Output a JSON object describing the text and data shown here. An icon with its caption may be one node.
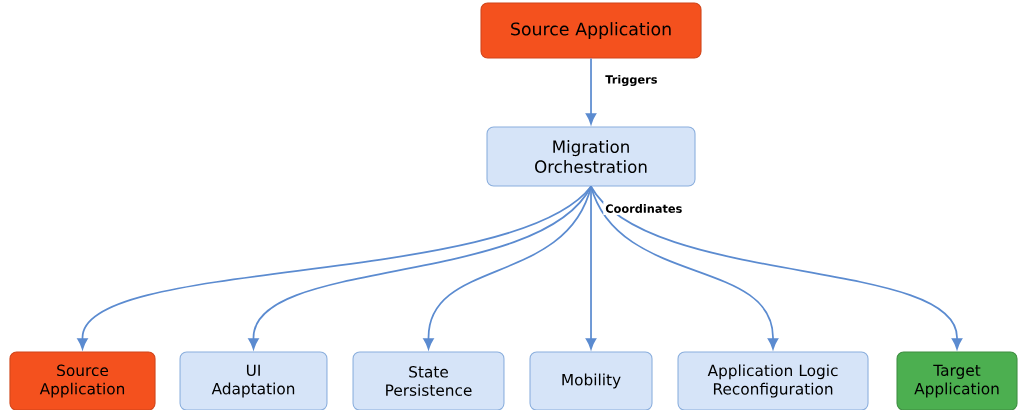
{
  "diagram": {
    "nodes": [
      {
        "text": [
          "Source Application"
        ]
      },
      {
        "text": [
          "Migration Orchestration"
        ]
      },
      {
        "text": [
          "Source Application"
        ]
      },
      {
        "text": [
          "UI Adaptation"
        ]
      },
      {
        "text": [
          "State Persistence"
        ]
      },
      {
        "text": [
          "Mobility"
        ]
      },
      {
        "text": [
          "Application Logic Reconfiguration"
        ]
      },
      {
        "text": [
          "Target Application"
        ]
      }
    ],
    "edges": [
      {
        "from": 0,
        "to": 1,
        "arrow": "to",
        "label": "Triggers"
      },
      {
        "from": 1,
        "to": 2,
        "arrow": "to"
      },
      {
        "from": 1,
        "to": 3,
        "arrow": "to"
      },
      {
        "from": 1,
        "to": 4,
        "arrow": "to"
      },
      {
        "from": 1,
        "to": 5,
        "arrow": "to",
        "label": "Coordinates"
      },
      {
        "from": 1,
        "to": 6,
        "arrow": "to"
      },
      {
        "from": 1,
        "to": 7,
        "arrow": "to"
      }
    ]
  }
}
